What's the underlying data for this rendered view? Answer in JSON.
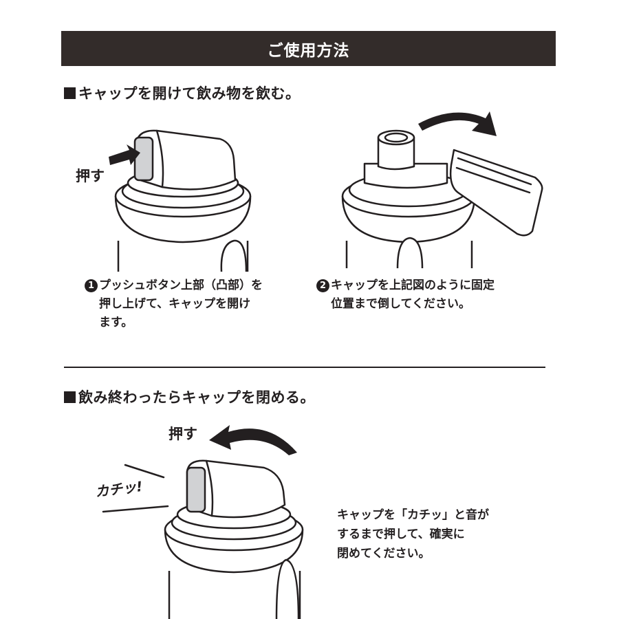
{
  "banner": {
    "title": "ご使用方法"
  },
  "section1": {
    "heading": "キャップを開けて飲み物を飲む。",
    "push_label": "押す",
    "step1": {
      "num": "1",
      "line1": "プッシュボタン上部（凸部）を",
      "line2": "押し上げて、キャップを開け",
      "line3": "ます。"
    },
    "step2": {
      "num": "2",
      "line1": "キャップを上記図のように固定",
      "line2": "位置まで倒してください。"
    }
  },
  "section2": {
    "heading": "飲み終わったらキャップを閉める。",
    "push_label": "押す",
    "sound": "カチッ!",
    "note": {
      "line1": "キャップを「カチッ」と音が",
      "line2": "するまで押して、確実に",
      "line3": "閉めてください。"
    }
  }
}
